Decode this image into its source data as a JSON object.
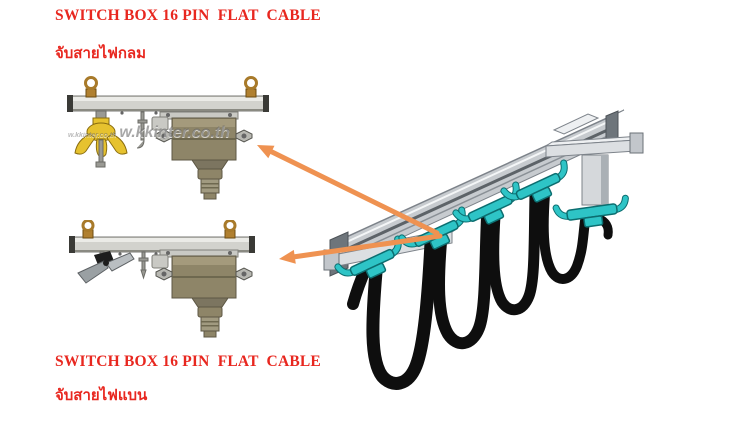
{
  "sections": {
    "top_title": "SWITCH BOX 16 PIN  FLAT  CABLE",
    "top_subtitle_thai": "จับสายไฟกลม",
    "bottom_title": "SWITCH BOX 16 PIN  FLAT  CABLE",
    "bottom_subtitle_thai": "จับสายไฟแบน"
  },
  "photos": {
    "round_grip_watermark": "w.kkinter.co.th"
  },
  "colors": {
    "text_red": "#e8271f",
    "arrow_orange": "#ef9251",
    "trolley_teal": "#2ec4c6",
    "trolley_teal_dark": "#0c6e70",
    "cable_black": "#0e0e0e",
    "brass": "#a87a2a",
    "grip_yellow": "#e6c22f",
    "box_olive": "#8e8568"
  }
}
